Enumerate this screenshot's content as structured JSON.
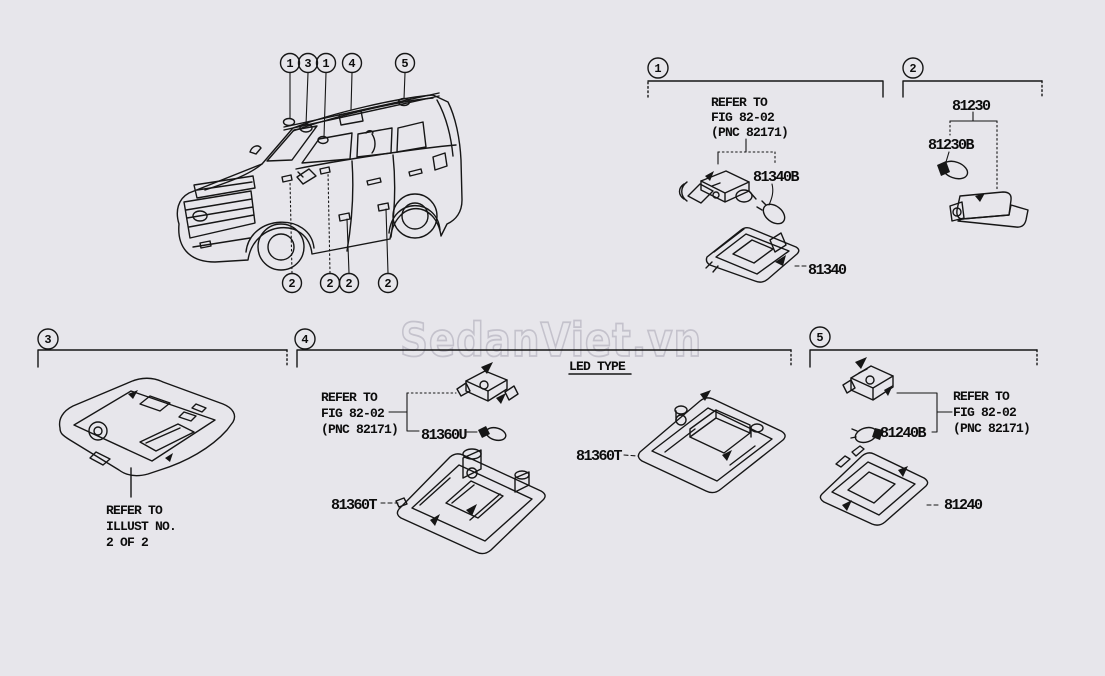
{
  "watermark": "SedanViet.vn",
  "diagram": {
    "vehicle_callouts": {
      "top": [
        "1",
        "3",
        "1",
        "4",
        "5"
      ],
      "bottom": [
        "2",
        "2",
        "2",
        "2"
      ]
    },
    "sections": {
      "s1": {
        "num": "1",
        "refer": [
          "REFER TO",
          "FIG 82-02",
          "(PNC 82171)"
        ],
        "bulb_socket": "81340B",
        "lamp": "81340"
      },
      "s2": {
        "num": "2",
        "lamp": "81230",
        "bulb": "81230B"
      },
      "s3": {
        "num": "3",
        "refer": [
          "REFER TO",
          "ILLUST NO.",
          "2 OF 2"
        ]
      },
      "s4": {
        "num": "4",
        "refer": [
          "REFER TO",
          "FIG 82-02",
          "(PNC 82171)"
        ],
        "led_type_label": "LED TYPE",
        "spot_lamp": "81360U",
        "map_lamp": "81360T",
        "map_lamp_led": "81360T"
      },
      "s5": {
        "num": "5",
        "refer": [
          "REFER TO",
          "FIG 82-02",
          "(PNC 82171)"
        ],
        "bulb": "81240B",
        "lamp": "81240"
      }
    }
  }
}
